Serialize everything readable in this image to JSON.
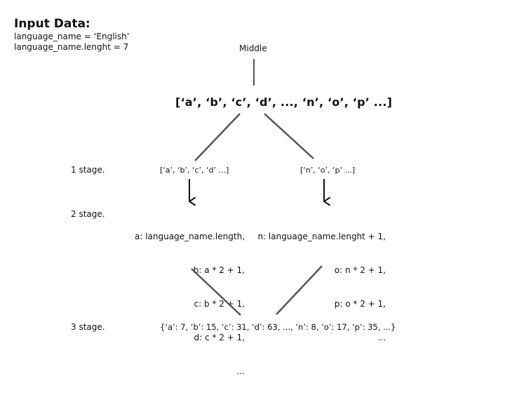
{
  "input": {
    "title": "Input Data:",
    "lines": [
      "language_name = ‘English’",
      "language_name.lenght = 7"
    ]
  },
  "middle_label": "Middle",
  "root_array": "[‘a’, ‘b’, ‘c’, ‘d’, ..., ‘n’, ‘o’, ‘p’ ...]",
  "stages": [
    "1 stage.",
    "2 stage.",
    "3 stage."
  ],
  "stage1": {
    "left": "[‘a’, ‘b’, ‘c’, ‘d’ ...]",
    "right": "[‘n’, ‘o’, ‘p’ ...]"
  },
  "stage2": {
    "left": [
      "a: language_name.length,",
      "b: a * 2 + 1,",
      "c: b * 2 + 1,",
      "d: c * 2 + 1,",
      "..."
    ],
    "right": [
      "n: language_name.lenght + 1,",
      "o: n * 2 + 1,",
      "p: o * 2 + 1,",
      "..."
    ]
  },
  "stage3": "{‘a’: 7, ‘b’: 15, ‘c’: 31, ‘d’: 63, ..., ‘n’: 8, ‘o’: 17, ‘p’: 35, ...}",
  "colors": {
    "text": "#111111",
    "connector": "#555555",
    "arrow": "#111111"
  }
}
